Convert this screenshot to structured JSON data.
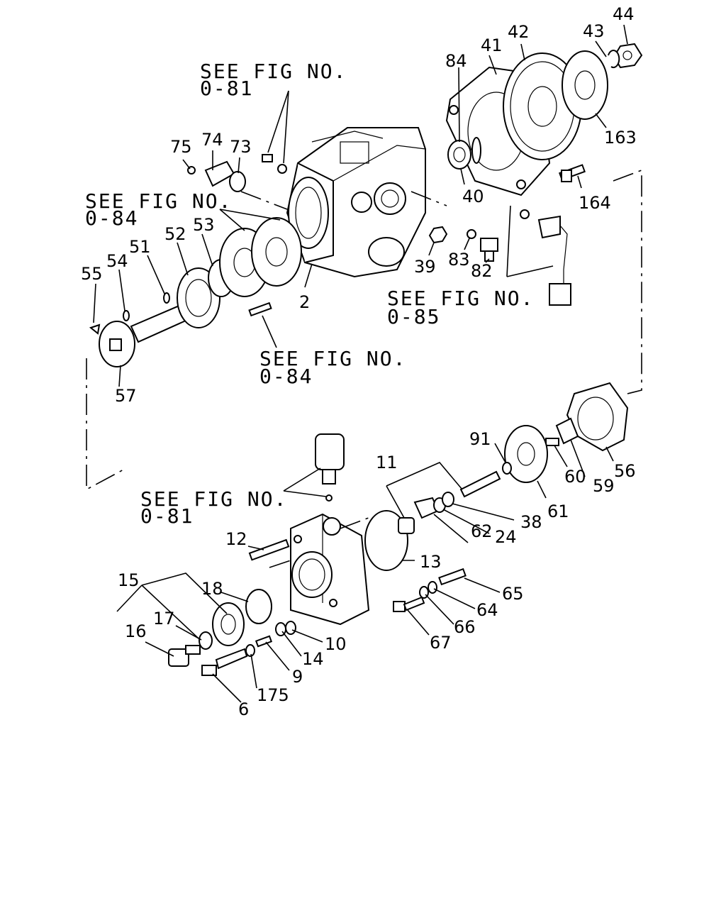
{
  "references": [
    {
      "id": "ref-fig-0-81-top",
      "line1": "SEE FIG NO.",
      "line2": "0-81"
    },
    {
      "id": "ref-fig-0-84-left",
      "line1": "SEE FIG NO.",
      "line2": "0-84"
    },
    {
      "id": "ref-fig-0-85",
      "line1": "SEE FIG NO.",
      "line2": "0-85"
    },
    {
      "id": "ref-fig-0-84-mid",
      "line1": "SEE FIG NO.",
      "line2": "0-84"
    },
    {
      "id": "ref-fig-0-81-bottom",
      "line1": "SEE FIG NO.",
      "line2": "0-81"
    }
  ],
  "callouts": [
    "44",
    "43",
    "42",
    "41",
    "84",
    "163",
    "164",
    "40",
    "75",
    "74",
    "73",
    "53",
    "52",
    "51",
    "55",
    "54",
    "2",
    "39",
    "83",
    "82",
    "57",
    "91",
    "11",
    "60",
    "59",
    "56",
    "61",
    "38",
    "24",
    "62",
    "12",
    "13",
    "15",
    "18",
    "65",
    "64",
    "66",
    "67",
    "17",
    "16",
    "10",
    "14",
    "9",
    "175",
    "6"
  ]
}
